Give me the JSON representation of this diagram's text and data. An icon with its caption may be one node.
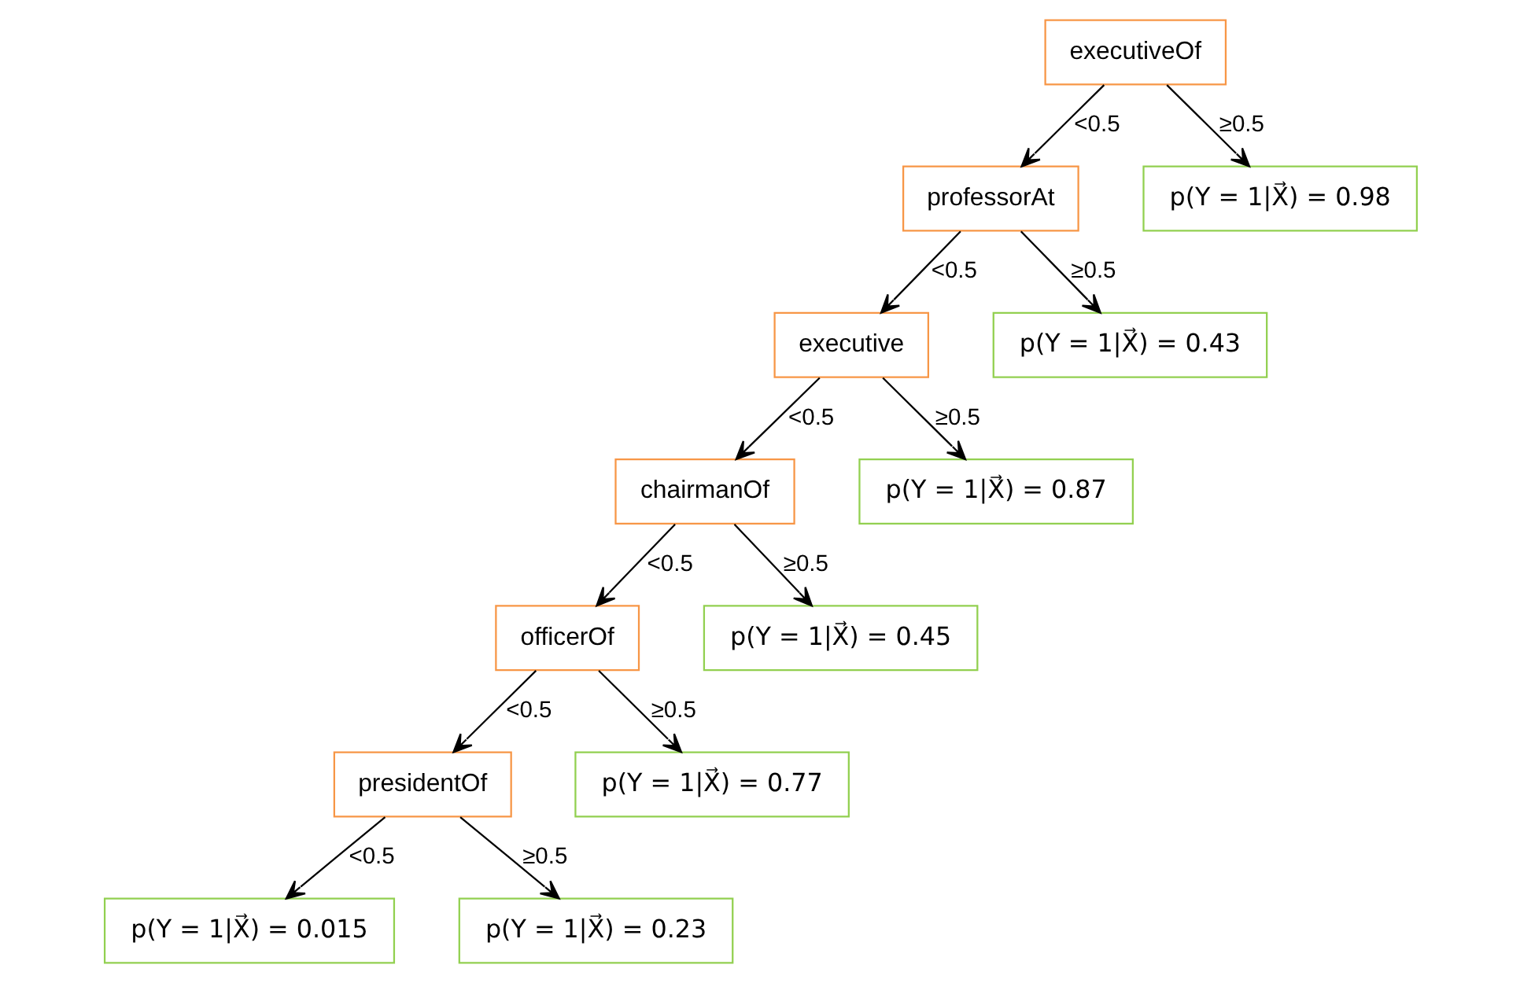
{
  "diagram": {
    "nodes": [
      {
        "text": [
          "executiveOf"
        ]
      },
      {
        "text": [
          "professorAt"
        ]
      },
      {
        "text": [
          "p(Y = 1|X⃗) = 0.98"
        ]
      },
      {
        "text": [
          "executive"
        ]
      },
      {
        "text": [
          "p(Y = 1|X⃗) = 0.43"
        ]
      },
      {
        "text": [
          "chairmanOf"
        ]
      },
      {
        "text": [
          "p(Y = 1|X⃗) = 0.87"
        ]
      },
      {
        "text": [
          "officerOf"
        ]
      },
      {
        "text": [
          "p(Y = 1|X⃗) = 0.45"
        ]
      },
      {
        "text": [
          "presidentOf"
        ]
      },
      {
        "text": [
          "p(Y = 1|X⃗) = 0.77"
        ]
      },
      {
        "text": [
          "p(Y = 1|X⃗) = 0.015"
        ]
      },
      {
        "text": [
          "p(Y = 1|X⃗) = 0.23"
        ]
      }
    ],
    "edges": [
      {
        "from": 0,
        "to": 1,
        "arrow": "to",
        "label": "<0.5"
      },
      {
        "from": 0,
        "to": 2,
        "arrow": "to",
        "label": "≥0.5"
      },
      {
        "from": 1,
        "to": 3,
        "arrow": "to",
        "label": "<0.5"
      },
      {
        "from": 1,
        "to": 4,
        "arrow": "to",
        "label": "≥0.5"
      },
      {
        "from": 3,
        "to": 5,
        "arrow": "to",
        "label": "<0.5"
      },
      {
        "from": 3,
        "to": 6,
        "arrow": "to",
        "label": "≥0.5"
      },
      {
        "from": 5,
        "to": 7,
        "arrow": "to",
        "label": "<0.5"
      },
      {
        "from": 5,
        "to": 8,
        "arrow": "to",
        "label": "≥0.5"
      },
      {
        "from": 7,
        "to": 9,
        "arrow": "to",
        "label": "<0.5"
      },
      {
        "from": 7,
        "to": 10,
        "arrow": "to",
        "label": "≥0.5"
      },
      {
        "from": 9,
        "to": 11,
        "arrow": "to",
        "label": "<0.5"
      },
      {
        "from": 9,
        "to": 12,
        "arrow": "to",
        "label": "≥0.5"
      }
    ]
  }
}
